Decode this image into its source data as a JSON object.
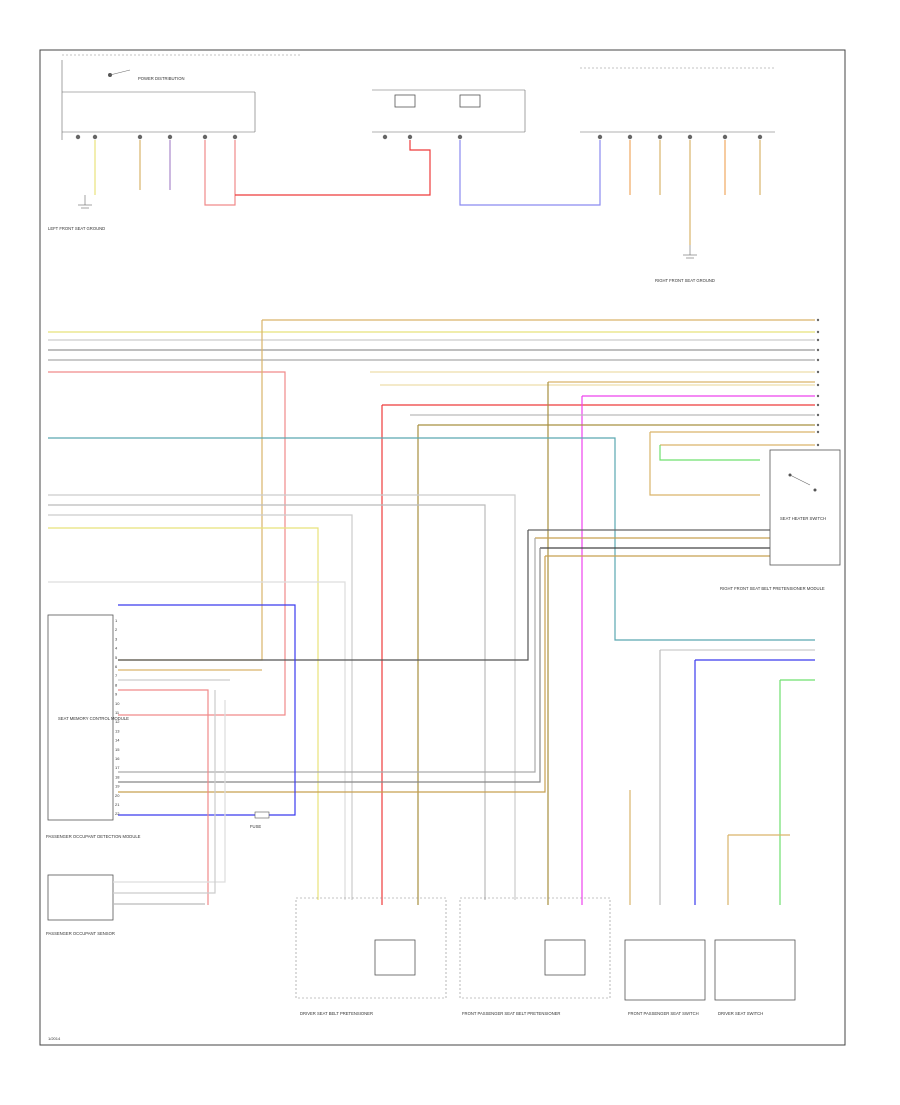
{
  "diagram": {
    "footer_code": "1/2014",
    "left_connector": {
      "pins": [
        "1",
        "2",
        "3",
        "4",
        "5",
        "6",
        "7",
        "8",
        "9",
        "10",
        "11",
        "12",
        "13",
        "14",
        "15",
        "16",
        "17",
        "18",
        "19",
        "20",
        "21",
        "22"
      ]
    },
    "captions": {
      "power_top_left": "POWER DISTRIBUTION",
      "ground_left": "LEFT FRONT SEAT GROUND",
      "ground_right": "RIGHT FRONT SEAT GROUND",
      "control_module_left": "SEAT MEMORY CONTROL MODULE",
      "occupant_detection": "PASSENGER OCCUPANT DETECTION MODULE",
      "occupant_sensor": "PASSENGER OCCUPANT SENSOR",
      "right_module": "RIGHT FRONT SEAT BELT PRETENSIONER MODULE",
      "bottom_left": "DRIVER SEAT BELT PRETENSIONER",
      "bottom_mid": "FRONT PASSENGER SEAT BELT PRETENSIONER",
      "bottom_r1": "FRONT PASSENGER SEAT SWITCH",
      "bottom_r2": "DRIVER SEAT SWITCH",
      "switch_right": "SEAT HEATER SWITCH",
      "fuse_label": "FUSE"
    },
    "wire_colors": {
      "yellow": "#e8e27a",
      "tan": "#d9b46a",
      "gray": "#9a9a9a",
      "black": "#333333",
      "red": "#ee3b3b",
      "pink": "#f08a8a",
      "blue": "#3b3bee",
      "light_blue": "#8a8af0",
      "teal": "#5aa8b0",
      "green": "#6fe06f",
      "magenta": "#ee44ee",
      "orange": "#f0a860",
      "olive": "#a89040",
      "white": "#dddddd"
    }
  }
}
